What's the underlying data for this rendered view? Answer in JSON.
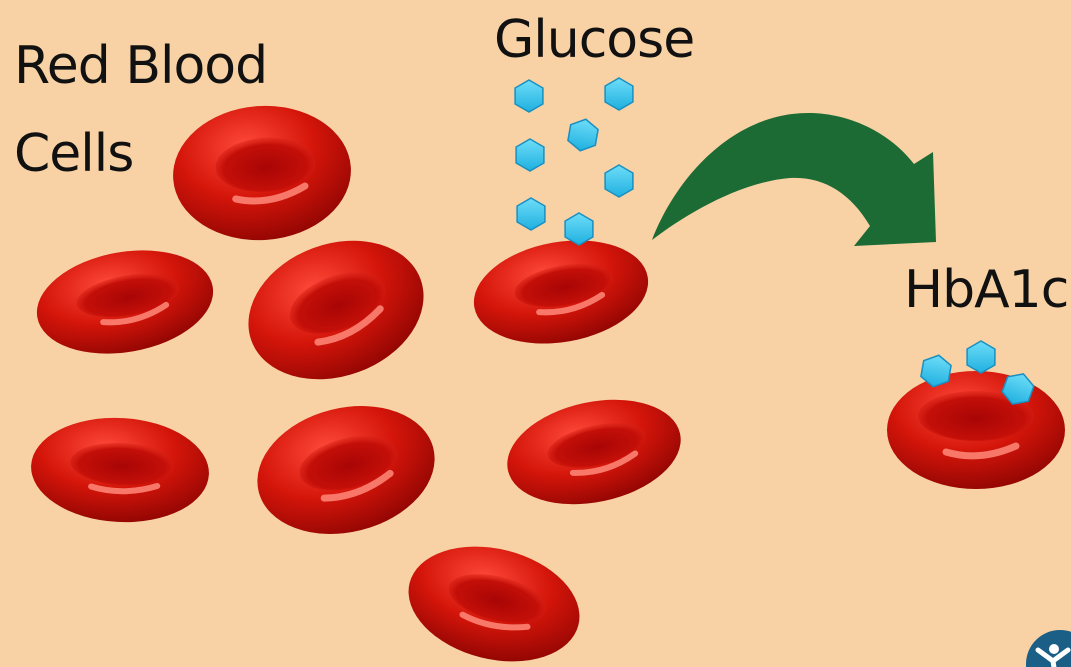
{
  "labels": {
    "red_blood_cells_line1": "Red Blood",
    "red_blood_cells_line2": "Cells",
    "glucose": "Glucose",
    "hba1c": "HbA1c"
  },
  "colors": {
    "background": "#F8D2A5",
    "cell_light": "#FF4A3A",
    "cell_mid": "#D4150A",
    "cell_dark": "#7A0000",
    "glucose": "#33C8EE",
    "glucose_edge": "#1A8FC0",
    "arrow": "#1C6A34",
    "text": "#111111",
    "logo": "#1B5E86"
  },
  "icons": {
    "logo": "person-logo-icon"
  }
}
